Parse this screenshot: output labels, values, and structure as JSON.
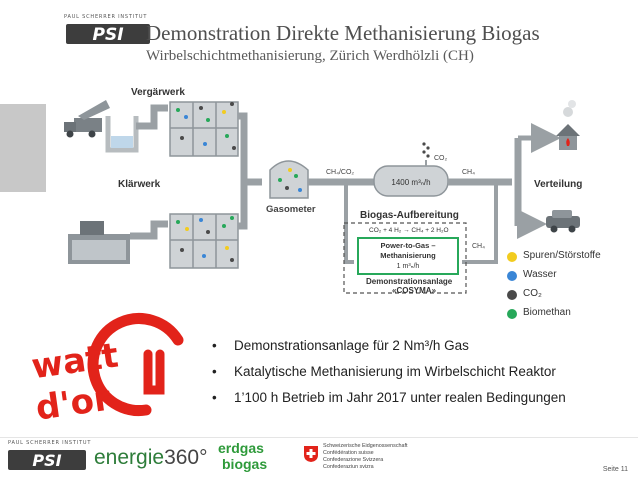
{
  "header": {
    "logo_caption": "PAUL SCHERRER INSTITUT",
    "logo_text": "PSI",
    "title": "Demonstration Direkte Methanisierung Biogas",
    "subtitle": "Wirbelschichtmethanisierung, Zürich Werdhölzli (CH)"
  },
  "diagram": {
    "vergaerwerk": "Vergärwerk",
    "klaerwerk": "Klärwerk",
    "gasometer": "Gasometer",
    "biogas_aufbereitung": "Biogas-Aufbereitung",
    "capacity": "1400 m³ₙ/h",
    "stream_in": "CH₄/CO₂",
    "stream_co2": "CO₂",
    "stream_ch4_out": "CH₄",
    "stream_ch4_ptg": "CH₄",
    "verteilung": "Verteilung",
    "reaction": "CO₂ + 4 H₂ → CH₄ + 2 H₂O",
    "ptg_line1": "Power-to-Gas –",
    "ptg_line2": "Methanisierung",
    "ptg_line3": "1 m³ₙ/h",
    "demo_line1": "Demonstrationsanlage",
    "demo_line2": "«COSYMA»"
  },
  "legend": {
    "items": [
      {
        "label": "Spuren/Störstoffe",
        "color": "#f2cc1f"
      },
      {
        "label": "Wasser",
        "color": "#3a86d6"
      },
      {
        "label": "CO₂",
        "color": "#4a4a4a"
      },
      {
        "label": "Biomethan",
        "color": "#27a85a"
      }
    ]
  },
  "award": {
    "line1": "watt",
    "line2": "d'or",
    "color": "#e2231a"
  },
  "bullets": [
    "Demonstrationsanlage für 2 Nm³/h Gas",
    "Katalytische Methanisierung im Wirbelschicht Reaktor",
    "1’100 h Betrieb im Jahr 2017 unter realen Bedingungen"
  ],
  "footer": {
    "psi_caption": "PAUL SCHERRER INSTITUT",
    "psi_text": "PSI",
    "energie_text": "energie",
    "energie_num": "360°",
    "erdgas_line1": "erdgas",
    "erdgas_line2": "biogas",
    "swiss_lines": [
      "Schweizerische Eidgenossenschaft",
      "Confédération suisse",
      "Confederazione Svizzera",
      "Confederaziun svizra"
    ],
    "page": "Seite 11"
  }
}
